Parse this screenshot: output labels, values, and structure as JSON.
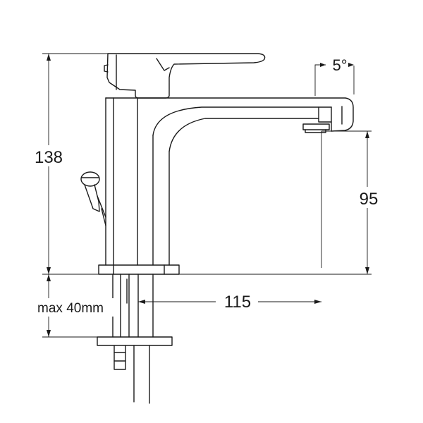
{
  "dimensions": {
    "overall_height": "138",
    "spout_height": "95",
    "spout_reach": "115",
    "max_thickness": "max 40mm",
    "spout_angle": "5°"
  }
}
